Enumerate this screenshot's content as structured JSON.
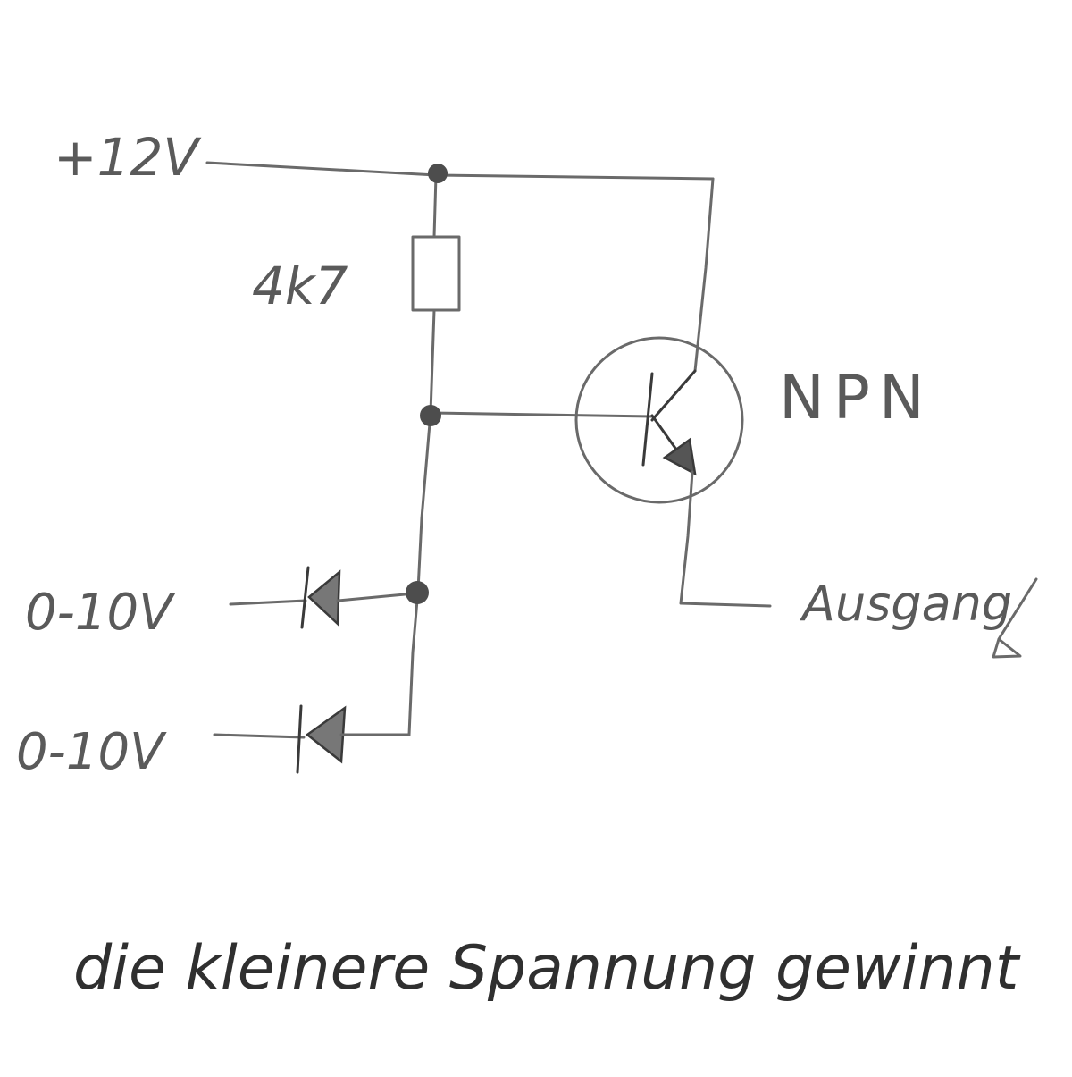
{
  "labels": {
    "supply": "+12V",
    "resistor": "4k7",
    "transistor": "NPN",
    "input_a": "0-10V",
    "input_b": "0-10V",
    "output": "Ausgang",
    "caption": "die kleinere Spannung gewinnt"
  },
  "colors": {
    "paper": "#ffffff",
    "pencil": "#5a5a5a"
  }
}
